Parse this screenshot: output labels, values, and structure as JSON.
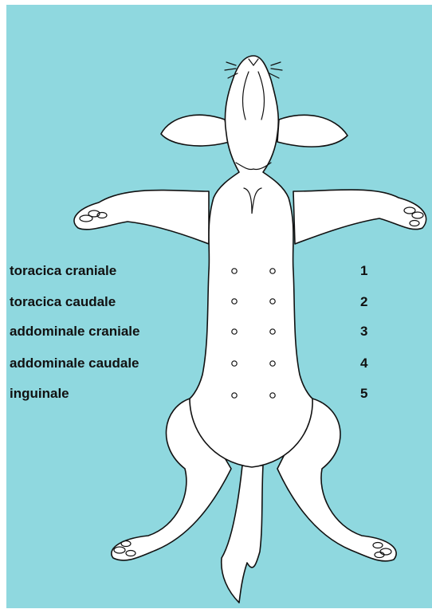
{
  "colors": {
    "background": "#8fd8df",
    "body_fill": "#ffffff",
    "outline": "#111111"
  },
  "mammary_glands": [
    {
      "name": "toracica craniale",
      "number": "1"
    },
    {
      "name": "toracica caudale",
      "number": "2"
    },
    {
      "name": "addominale craniale",
      "number": "3"
    },
    {
      "name": "addominale caudale",
      "number": "4"
    },
    {
      "name": "inguinale",
      "number": "5"
    }
  ]
}
